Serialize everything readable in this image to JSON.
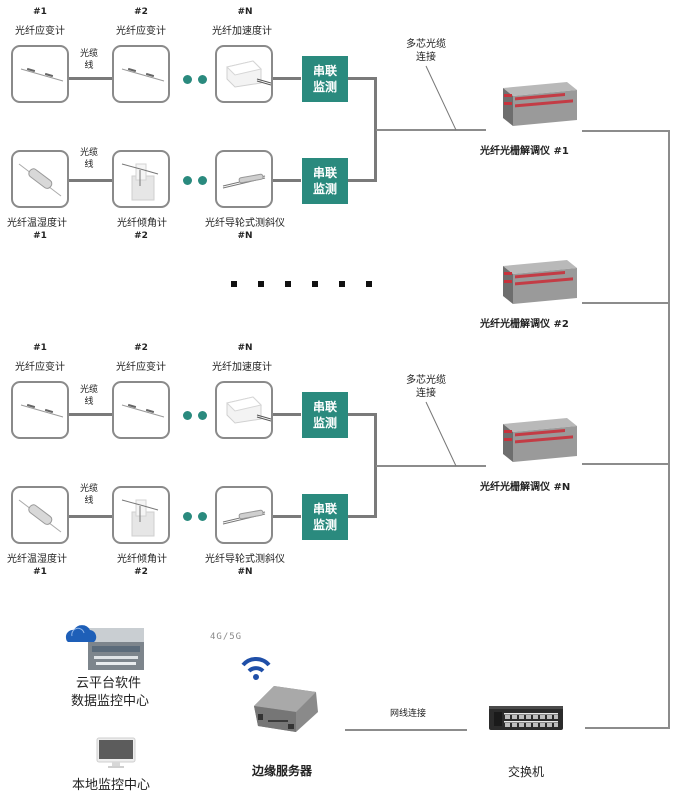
{
  "groups": [
    {
      "row1": {
        "sensors": [
          {
            "num": "#1",
            "name": "光纤应变计",
            "icon": "strain-gauge-icon"
          },
          {
            "num": "#2",
            "name": "光纤应变计",
            "icon": "strain-gauge-icon"
          },
          {
            "num": "#N",
            "name": "光纤加速度计",
            "icon": "accelerometer-icon"
          }
        ],
        "cable_label": "光缆\n线",
        "serial_label": "串联\n监测"
      },
      "row2": {
        "sensors": [
          {
            "num": "#1",
            "name": "光纤温湿度计",
            "icon": "thermo-hygrometer-icon"
          },
          {
            "num": "#2",
            "name": "光纤倾角计",
            "icon": "inclinometer-icon"
          },
          {
            "num": "#N",
            "name": "光纤导轮式测斜仪",
            "icon": "guide-wheel-inclinometer-icon"
          }
        ],
        "cable_label": "光缆\n线",
        "serial_label": "串联\n监测"
      },
      "multicore_label": "多芯光缆\n连接",
      "demodulator": "光纤光栅解调仪  #1"
    },
    {
      "row1": {
        "sensors": [
          {
            "num": "#1",
            "name": "光纤应变计",
            "icon": "strain-gauge-icon"
          },
          {
            "num": "#2",
            "name": "光纤应变计",
            "icon": "strain-gauge-icon"
          },
          {
            "num": "#N",
            "name": "光纤加速度计",
            "icon": "accelerometer-icon"
          }
        ],
        "cable_label": "光缆\n线",
        "serial_label": "串联\n监测"
      },
      "row2": {
        "sensors": [
          {
            "num": "#1",
            "name": "光纤温湿度计",
            "icon": "thermo-hygrometer-icon"
          },
          {
            "num": "#2",
            "name": "光纤倾角计",
            "icon": "inclinometer-icon"
          },
          {
            "num": "#N",
            "name": "光纤导轮式测斜仪",
            "icon": "guide-wheel-inclinometer-icon"
          }
        ],
        "cable_label": "光缆\n线",
        "serial_label": "串联\n监测"
      },
      "multicore_label": "多芯光缆\n连接",
      "demodulator": "光纤光栅解调仪  #N"
    }
  ],
  "middle_demodulator": "光纤光栅解调仪  #2",
  "bottom": {
    "cloud_label_line1": "云平台软件",
    "cloud_label_line2": "数据监控中心",
    "local_label": "本地监控中心",
    "network_label": "4G/5G",
    "edge_server_label": "边缘服务器",
    "ethernet_label": "网线连接",
    "switch_label": "交换机"
  },
  "colors": {
    "accent": "#2a8a7e",
    "line": "#7a7a7a",
    "wifi": "#1f4fa8",
    "demod_port": "#c8323c"
  }
}
